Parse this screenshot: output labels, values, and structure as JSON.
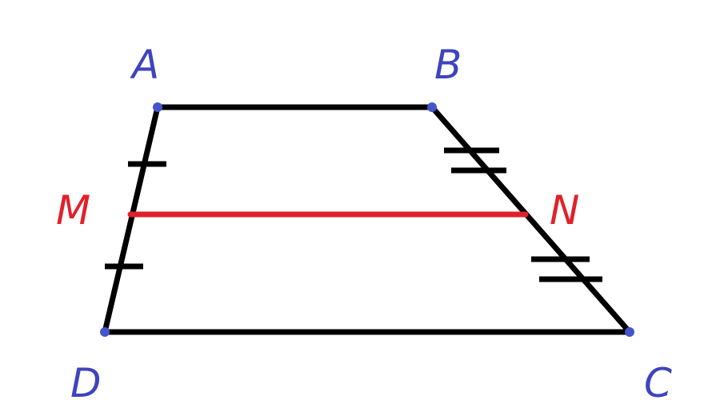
{
  "colors": {
    "background": "#ffffff",
    "edge": "#000000",
    "midline": "#e0212b",
    "vertex_point": "#4455cc",
    "vertex_label": "#3f44bd",
    "midpoint_label": "#e0212b"
  },
  "vertices": {
    "A": "A",
    "B": "B",
    "C": "C",
    "D": "D"
  },
  "midpoints": {
    "M": "M",
    "N": "N"
  }
}
